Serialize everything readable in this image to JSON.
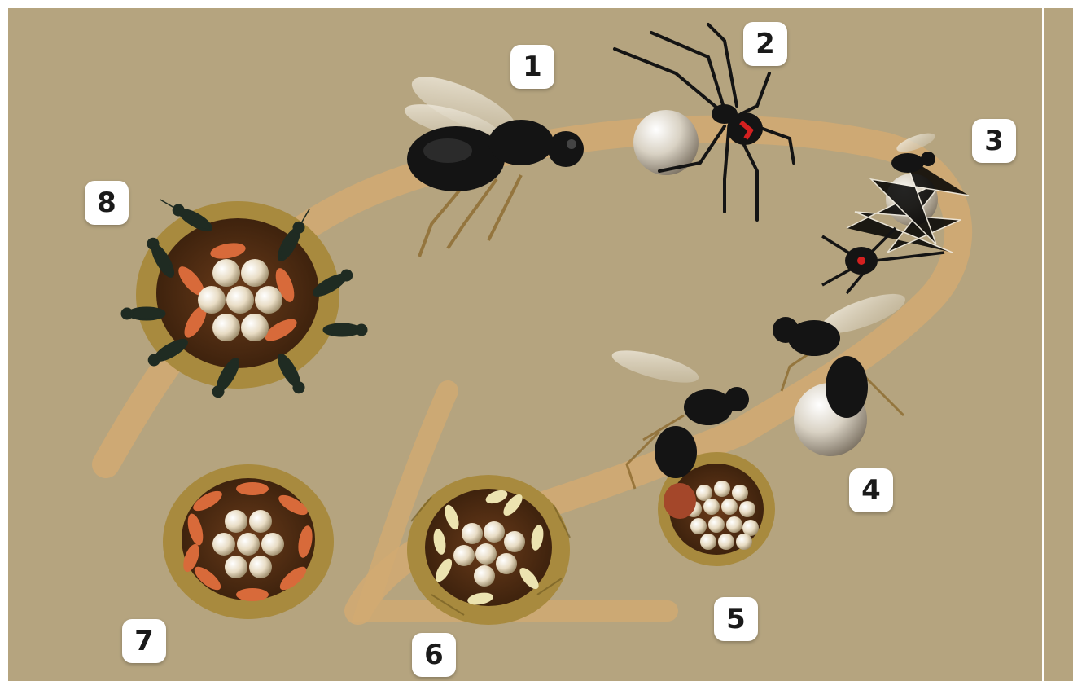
{
  "diagram": {
    "stages": [
      {
        "id": "1",
        "label": "1"
      },
      {
        "id": "2",
        "label": "2"
      },
      {
        "id": "3",
        "label": "3"
      },
      {
        "id": "4",
        "label": "4"
      },
      {
        "id": "5",
        "label": "5"
      },
      {
        "id": "6",
        "label": "6"
      },
      {
        "id": "7",
        "label": "7"
      },
      {
        "id": "8",
        "label": "8"
      }
    ],
    "colors": {
      "background": "#b5a47f",
      "path": "#d2aa72",
      "wasp": "#141414",
      "spider_mark": "#d42020",
      "nest": "#a88a3e",
      "egg": "#e8dcc4",
      "larva": "#ece3b0",
      "pupa": "#d86a3a"
    }
  }
}
